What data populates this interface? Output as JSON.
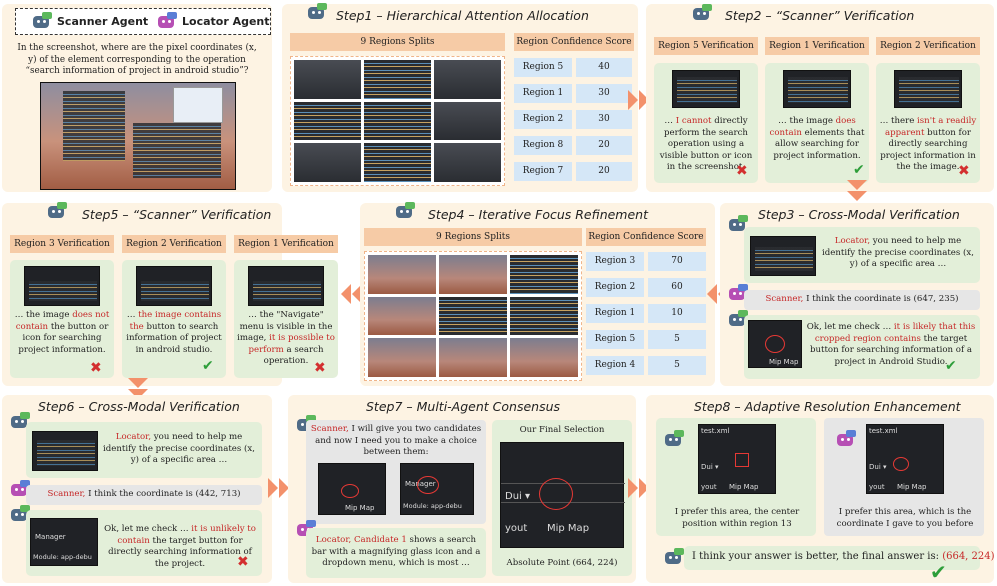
{
  "legend": {
    "scanner": "Scanner Agent",
    "locator": "Locator Agent"
  },
  "question": "In the screenshot, where are the pixel coordinates (x, y) of the element corresponding to the operation “search information of project in android studio”?",
  "step1": {
    "title": "Step1 – Hierarchical Attention Allocation",
    "splits_header": "9 Regions Splits",
    "score_header": "Region Confidence Score",
    "rows": [
      {
        "region": "Region 5",
        "score": "40"
      },
      {
        "region": "Region 1",
        "score": "30"
      },
      {
        "region": "Region 2",
        "score": "30"
      },
      {
        "region": "Region 8",
        "score": "20"
      },
      {
        "region": "Region 7",
        "score": "20"
      }
    ]
  },
  "step2": {
    "title": "Step2 – “Scanner” Verification",
    "cols": [
      {
        "header": "Region 5 Verification",
        "pre": "… ",
        "red": "I cannot",
        "post": " directly perform the search operation using a visible button or icon in the screenshot."
      },
      {
        "header": "Region 1 Verification",
        "pre": "… the image ",
        "red": "does contain",
        "post": " elements that allow searching for project information."
      },
      {
        "header": "Region 2 Verification",
        "pre": "… there ",
        "red": "isn't a readily apparent",
        "post": " button for directly searching project information in the the image."
      }
    ]
  },
  "step3": {
    "title": "Step3 – Cross-Modal Verification",
    "msg1_name": "Locator,",
    "msg1": " you need to help me identify the precise coordinates (x, y) of a specific area …",
    "msg2_name": "Scanner,",
    "msg2": " I think the coordinate is (647, 235)",
    "msg3_pre": "Ok, let me check … ",
    "msg3_red": "it is likely that this cropped region contains",
    "msg3_post": " the target button for searching information of a project in Android Studio."
  },
  "step4": {
    "title": "Step4 – Iterative Focus Refinement",
    "splits_header": "9 Regions Splits",
    "score_header": "Region Confidence Score",
    "rows": [
      {
        "region": "Region 3",
        "score": "70"
      },
      {
        "region": "Region 2",
        "score": "60"
      },
      {
        "region": "Region 1",
        "score": "10"
      },
      {
        "region": "Region 5",
        "score": "5"
      },
      {
        "region": "Region 4",
        "score": "5"
      }
    ]
  },
  "step5": {
    "title": "Step5 – “Scanner” Verification",
    "cols": [
      {
        "header": "Region 3 Verification",
        "pre": "… the image ",
        "red": "does not contain",
        "post": " the button or icon for searching project information."
      },
      {
        "header": "Region 2 Verification",
        "pre": "… ",
        "red": "the image contains the",
        "post": " button to search information of project in android studio."
      },
      {
        "header": "Region 1 Verification",
        "pre": "… the \"Navigate\" menu is visible in the image, ",
        "red": "it is possible to perform",
        "post": " a search operation."
      }
    ]
  },
  "step6": {
    "title": "Step6 – Cross-Modal Verification",
    "msg1_name": "Locator,",
    "msg1": " you need to help me identify the precise coordinates (x, y) of a specific area …",
    "msg2_name": "Scanner,",
    "msg2": " I think the coordinate is (442, 713)",
    "msg3_pre": "Ok, let me check … ",
    "msg3_red": "it is unlikely to contain",
    "msg3_post": " the target button for directly searching information of the project."
  },
  "step7": {
    "title": "Step7 – Multi-Agent Consensus",
    "msg1_name": "Scanner,",
    "msg1": " I will give you two candidates and now I need you to make a choice between them:",
    "msg2_name": "Locator, Candidate 1",
    "msg2": " shows a search bar with a magnifying glass icon and a dropdown menu, which is most …",
    "final_title": "Our Final Selection",
    "final_point": "Absolute Point (664, 224)",
    "crop_labels": [
      "Manager",
      "Module: app-debu",
      "yout",
      "Mip Map"
    ]
  },
  "step8": {
    "title": "Step8 – Adaptive Resolution Enhancement",
    "left_text": "I prefer this area, the center position within region 13",
    "right_text": "I prefer this area, which is the coordinate I gave to you before",
    "final_pre": "I think your answer is better, the final answer is: ",
    "final_red": "(664, 224)",
    "crop_labels": [
      "test.xml",
      "Mip Map",
      "yout"
    ]
  },
  "colors": {
    "panel": "#fdf3e3",
    "header": "#f6cba6",
    "score": "#d5e7f7",
    "bubble": "#e3efd9",
    "arrow": "#f3916b",
    "red": "#c62828"
  },
  "icons": [
    "scanner-robot-icon",
    "locator-robot-icon",
    "cross-icon",
    "check-icon",
    "chevron-arrow-icon"
  ]
}
